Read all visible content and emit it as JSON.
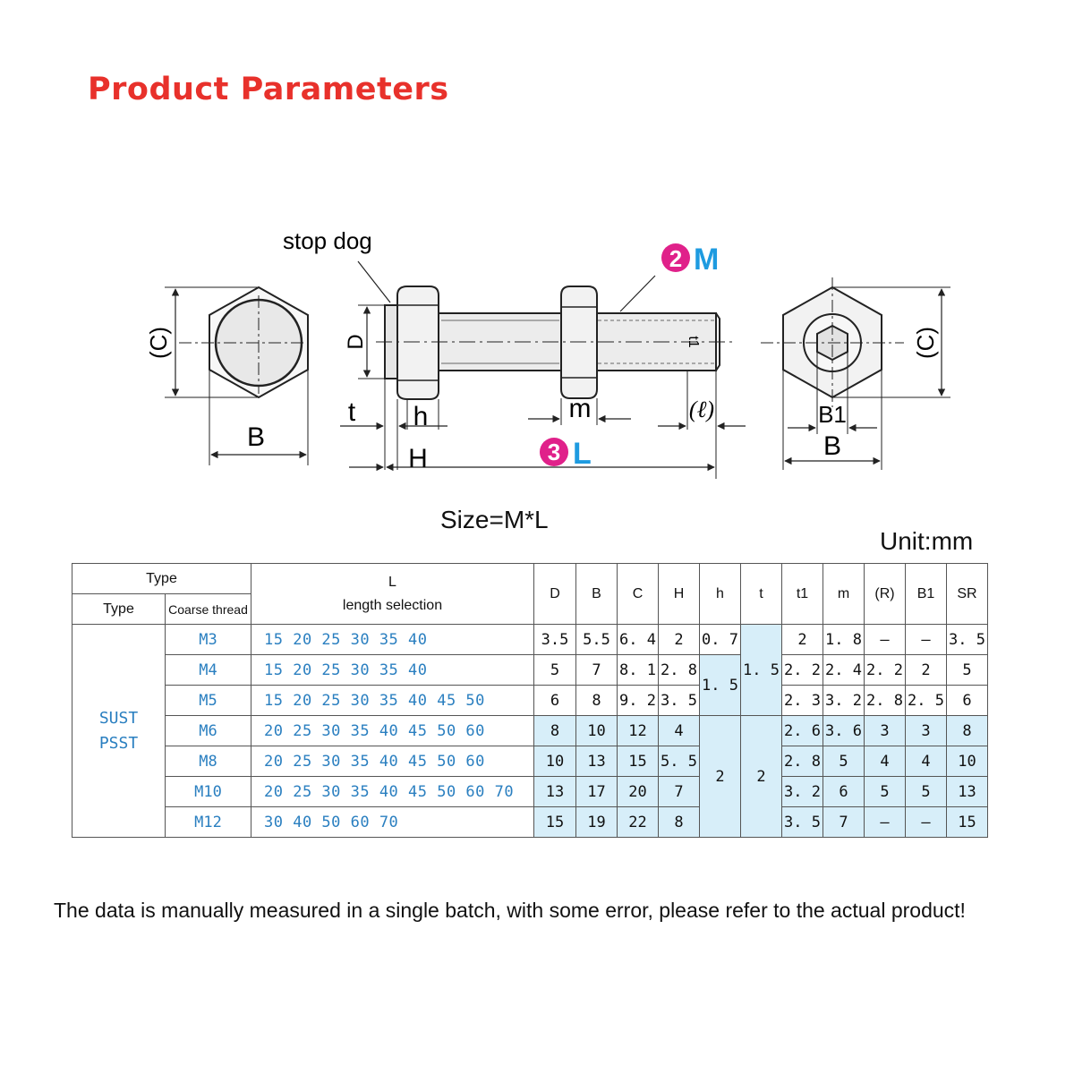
{
  "page": {
    "title": "Product Parameters",
    "size_formula": "Size=M*L",
    "unit": "Unit:mm",
    "note": "The data is manually measured in a single batch, with some error, please refer to the actual product!"
  },
  "drawing": {
    "callout_stop_dog": "stop dog",
    "callout_M_num": "2",
    "callout_M": "M",
    "callout_L_num": "3",
    "callout_L": "L",
    "dim_C_left": "(C)",
    "dim_B_left": "B",
    "dim_D": "D",
    "dim_t": "t",
    "dim_h": "h",
    "dim_H": "H",
    "dim_m": "m",
    "dim_l": "(ℓ)",
    "dim_t1": "t1",
    "dim_C_right": "(C)",
    "dim_B1": "B1",
    "dim_B_right": "B",
    "accent_color": "#e0218a",
    "accent_blue": "#1e9be0"
  },
  "table": {
    "headers": {
      "type_top": "Type",
      "type": "Type",
      "coarse_thread": "Coarse thread",
      "L": "L",
      "length_selection": "length selection",
      "D": "D",
      "B": "B",
      "C": "C",
      "H": "H",
      "h": "h",
      "t": "t",
      "t1": "t1",
      "m": "m",
      "R": "(R)",
      "B1": "B1",
      "SR": "SR"
    },
    "group_type_1": "SUST",
    "group_type_2": "PSST",
    "rows": [
      {
        "thread": "M3",
        "lengths": "15  20  25  30  35  40",
        "D": "3.5",
        "B": "5.5",
        "C": "6. 4",
        "H": "2",
        "t1": "2",
        "m": "1. 8",
        "R": "–",
        "B1": "–",
        "SR": "3. 5"
      },
      {
        "thread": "M4",
        "lengths": "15  20  25  30  35  40",
        "D": "5",
        "B": "7",
        "C": "8. 1",
        "H": "2. 8",
        "t1": "2. 2",
        "m": "2. 4",
        "R": "2. 2",
        "B1": "2",
        "SR": "5"
      },
      {
        "thread": "M5",
        "lengths": "15  20  25  30  35  40  45  50",
        "D": "6",
        "B": "8",
        "C": "9. 2",
        "H": "3. 5",
        "t1": "2. 3",
        "m": "3. 2",
        "R": "2. 8",
        "B1": "2. 5",
        "SR": "6"
      },
      {
        "thread": "M6",
        "lengths": "20  25  30  35  40  45  50  60",
        "D": "8",
        "B": "10",
        "C": "12",
        "H": "4",
        "t1": "2. 6",
        "m": "3. 6",
        "R": "3",
        "B1": "3",
        "SR": "8"
      },
      {
        "thread": "M8",
        "lengths": "20  25  30  35  40  45  50  60",
        "D": "10",
        "B": "13",
        "C": "15",
        "H": "5. 5",
        "t1": "2. 8",
        "m": "5",
        "R": "4",
        "B1": "4",
        "SR": "10"
      },
      {
        "thread": "M10",
        "lengths": "20  25  30  35  40  45  50  60  70",
        "D": "13",
        "B": "17",
        "C": "20",
        "H": "7",
        "t1": "3. 2",
        "m": "6",
        "R": "5",
        "B1": "5",
        "SR": "13"
      },
      {
        "thread": "M12",
        "lengths": "30  40  50  60  70",
        "D": "15",
        "B": "19",
        "C": "22",
        "H": "8",
        "t1": "3. 5",
        "m": "7",
        "R": "–",
        "B1": "–",
        "SR": "15"
      }
    ],
    "merged": {
      "h_row1": "0. 7",
      "h_rows2_3": "1. 5",
      "h_rows4_7": "2",
      "t_rows1_3": "1. 5",
      "t_rows4_7": "2"
    }
  }
}
